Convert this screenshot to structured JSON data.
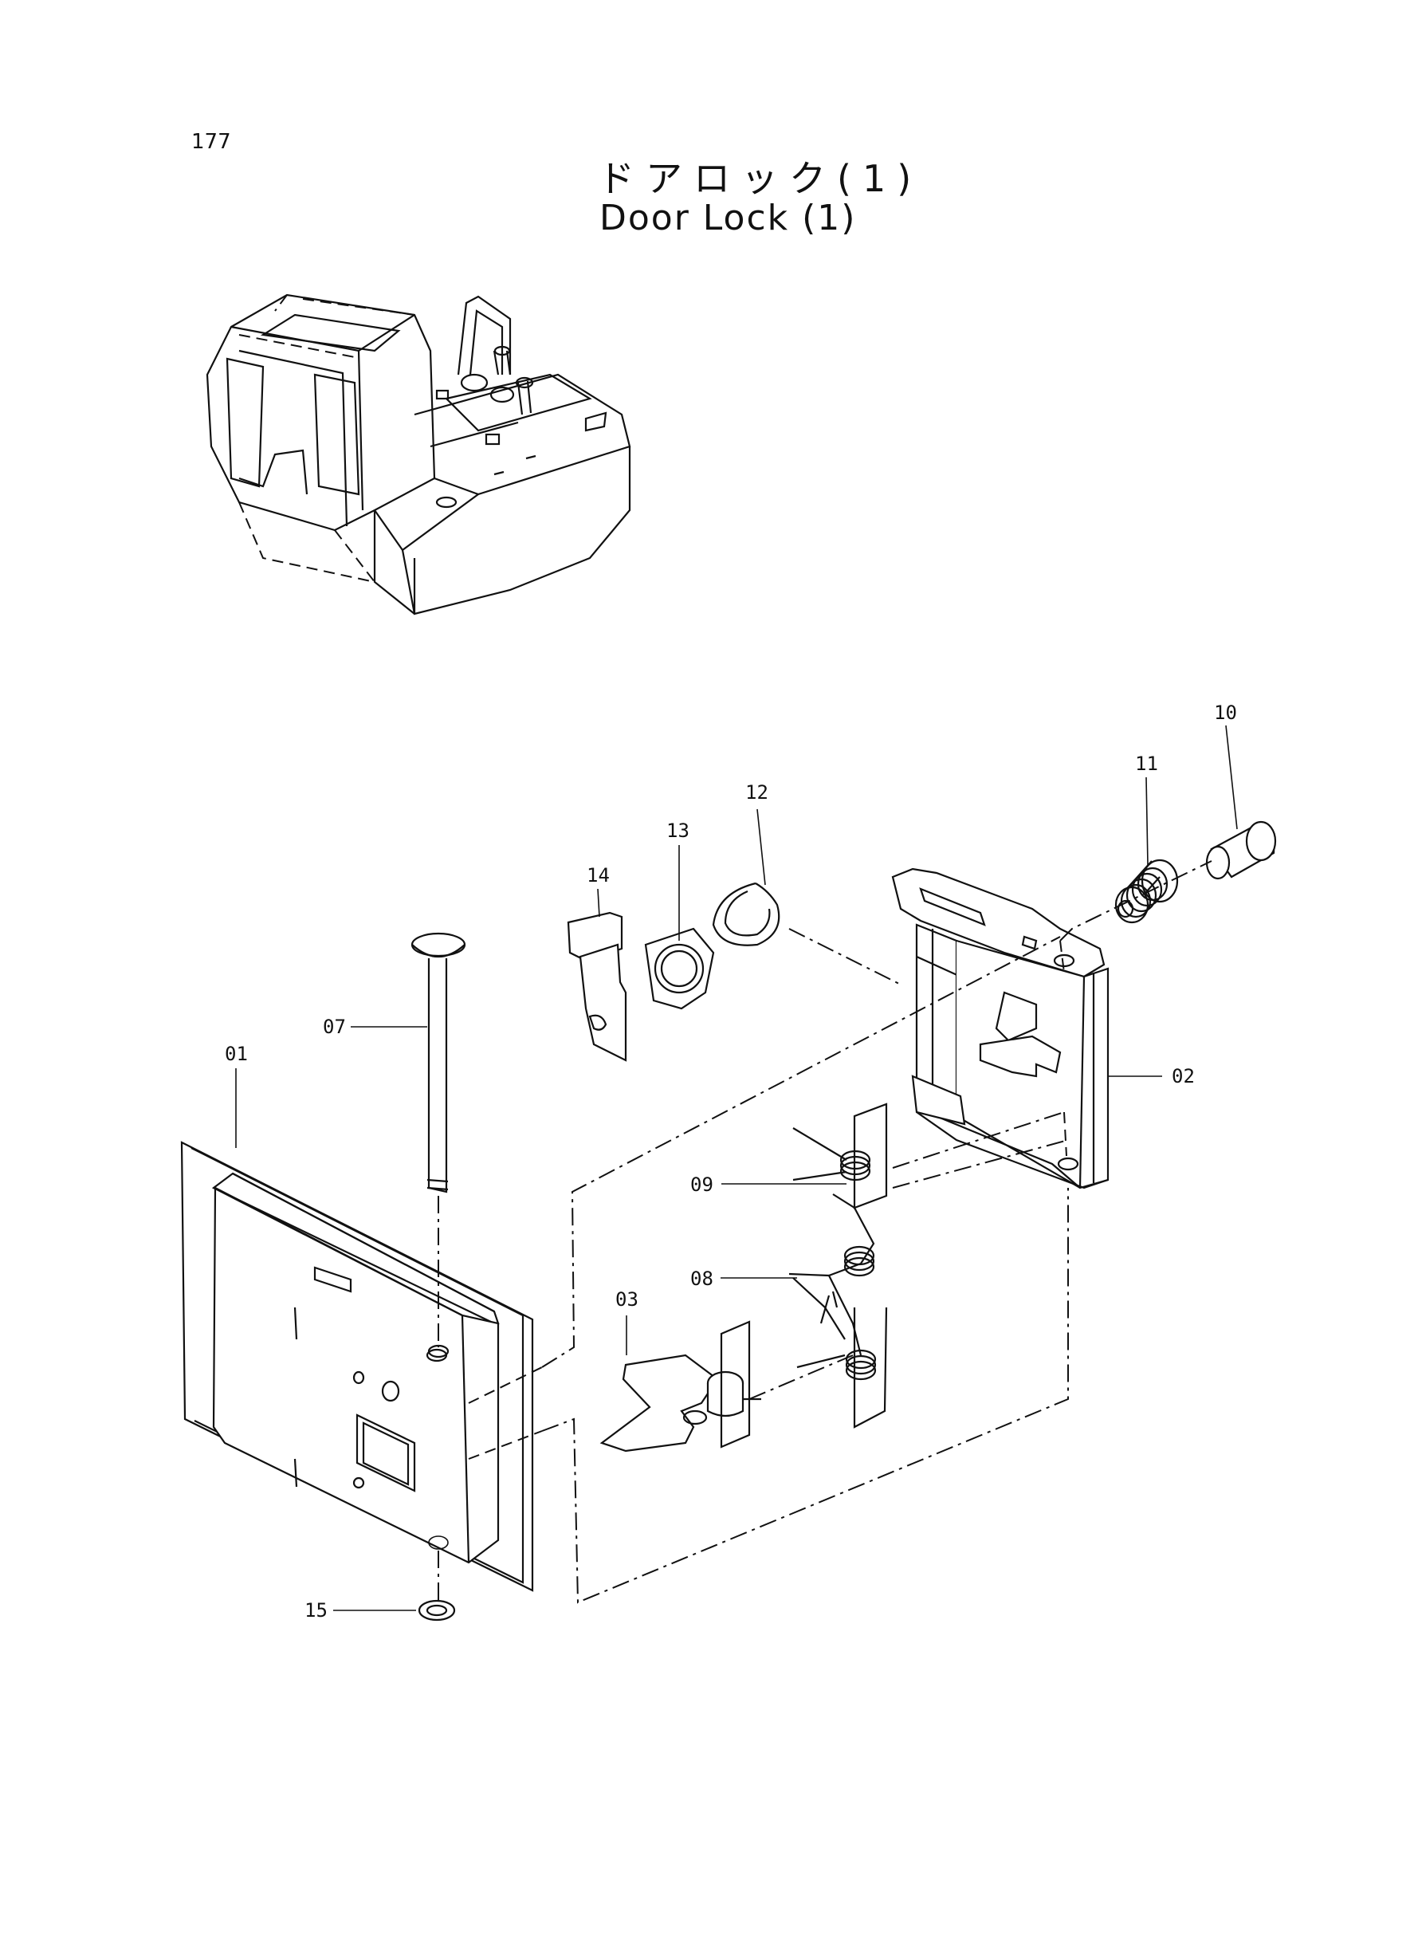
{
  "page": {
    "number": "177",
    "title_ja": "ドアロック(1)",
    "title_en": "Door Lock (1)"
  },
  "callouts": {
    "p01": "01",
    "p02": "02",
    "p03": "03",
    "p07": "07",
    "p08": "08",
    "p09": "09",
    "p10": "10",
    "p11": "11",
    "p12": "12",
    "p13": "13",
    "p14": "14",
    "p15": "15"
  }
}
